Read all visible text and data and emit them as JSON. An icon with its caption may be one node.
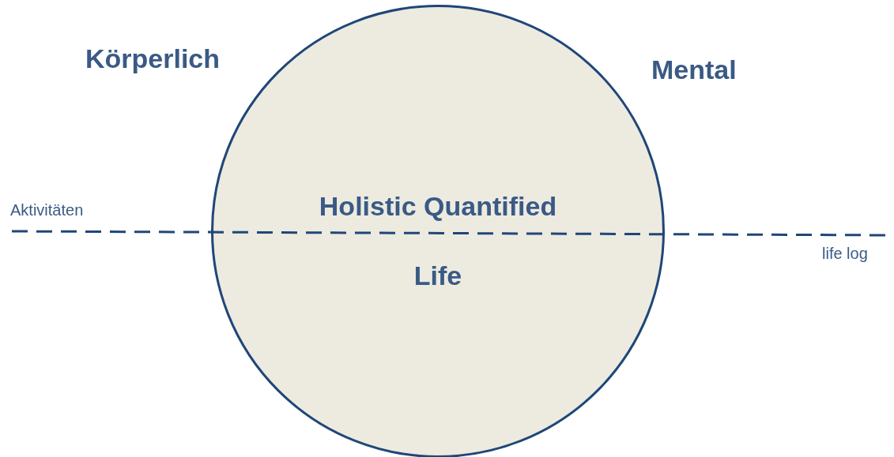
{
  "diagram": {
    "nodes": [
      {
        "text": [
          "Holistic Quantified",
          "Life"
        ]
      }
    ],
    "edges": [],
    "labels": [
      "Körperlich",
      "Mental",
      "Aktivitäten",
      "life log"
    ]
  }
}
